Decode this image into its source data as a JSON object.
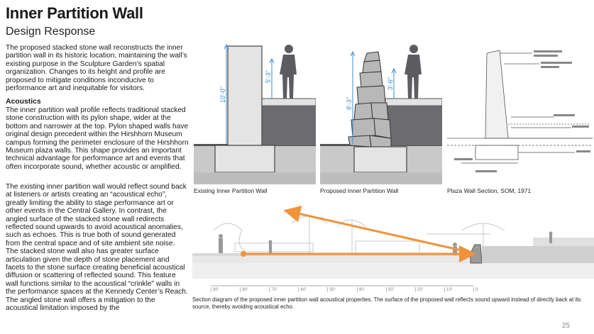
{
  "header": {
    "title": "Inner Partition Wall",
    "subtitle": "Design Response"
  },
  "body": {
    "intro": "The proposed stacked stone wall reconstructs the inner partition wall in its historic location, maintaining the wall’s existing purpose in the Sculpture Garden’s spatial organization. Changes to its height and profile are proposed to mitigate conditions inconducive to performance art and inequitable for visitors.",
    "acoustics_heading": "Acoustics",
    "acoustics_p1": "The inner partition wall profile reflects traditional stacked stone construction with its pylon shape, wider at the bottom and narrower at the top. Pylon shaped walls have original design precedent within the Hirshhorn Museum campus forming the perimeter enclosure of the Hirshhorn Museum plaza walls.  This shape provides an important technical advantage for performance art and events that often incorporate sound, whether acoustic or amplified.",
    "acoustics_p2": "The existing inner partition wall would reflect sound back at listeners or artists creating an “acoustical echo”, greatly limiting the ability to stage performance art or other events in the Central Gallery. In contrast, the angled surface of the stacked stone wall redirects reflected sound upwards to avoid acoustical anomalies, such as echoes.  This is true both of sound generated from the central space and of site ambient site noise. The stacked stone wall also has greater surface articulation given the depth of stone placement and facets to the stone surface creating beneficial acoustical diffusion or scattering of reflected sound. This feature wall functions similar to the acoustical “crinkle” walls in the performance spaces at the Kennedy Center’s Reach. The angled stone wall offers a mitigation to the acoustical limitation imposed by the"
  },
  "figures": {
    "existing": {
      "caption": "Existing Inner Partition Wall",
      "dim_total": "10'-0\"",
      "dim_above": "5'-3\""
    },
    "proposed": {
      "caption": "Proposed Inner Partition Wall",
      "dim_total": "8'-3\"",
      "dim_above": "3'-6\""
    },
    "plaza": {
      "caption": "Plaza Wall Section, SOM, 1971"
    },
    "section": {
      "caption": "Section diagram of the proposed inner partition wall acoustical properties. The surface of the proposed wall reflects sound upward instead of directly back at its source, thereby avoiding acoustical echo.",
      "scale_labels": [
        "90'",
        "80'",
        "70'",
        "60'",
        "50'",
        "40'",
        "30'",
        "20'",
        "10'",
        "0"
      ]
    }
  },
  "colors": {
    "dimension": "#3a8fc9",
    "sound_arrow": "#f0933a",
    "concrete": "#d8d8d8",
    "ground": "#6b6b70"
  },
  "page_number": "25"
}
